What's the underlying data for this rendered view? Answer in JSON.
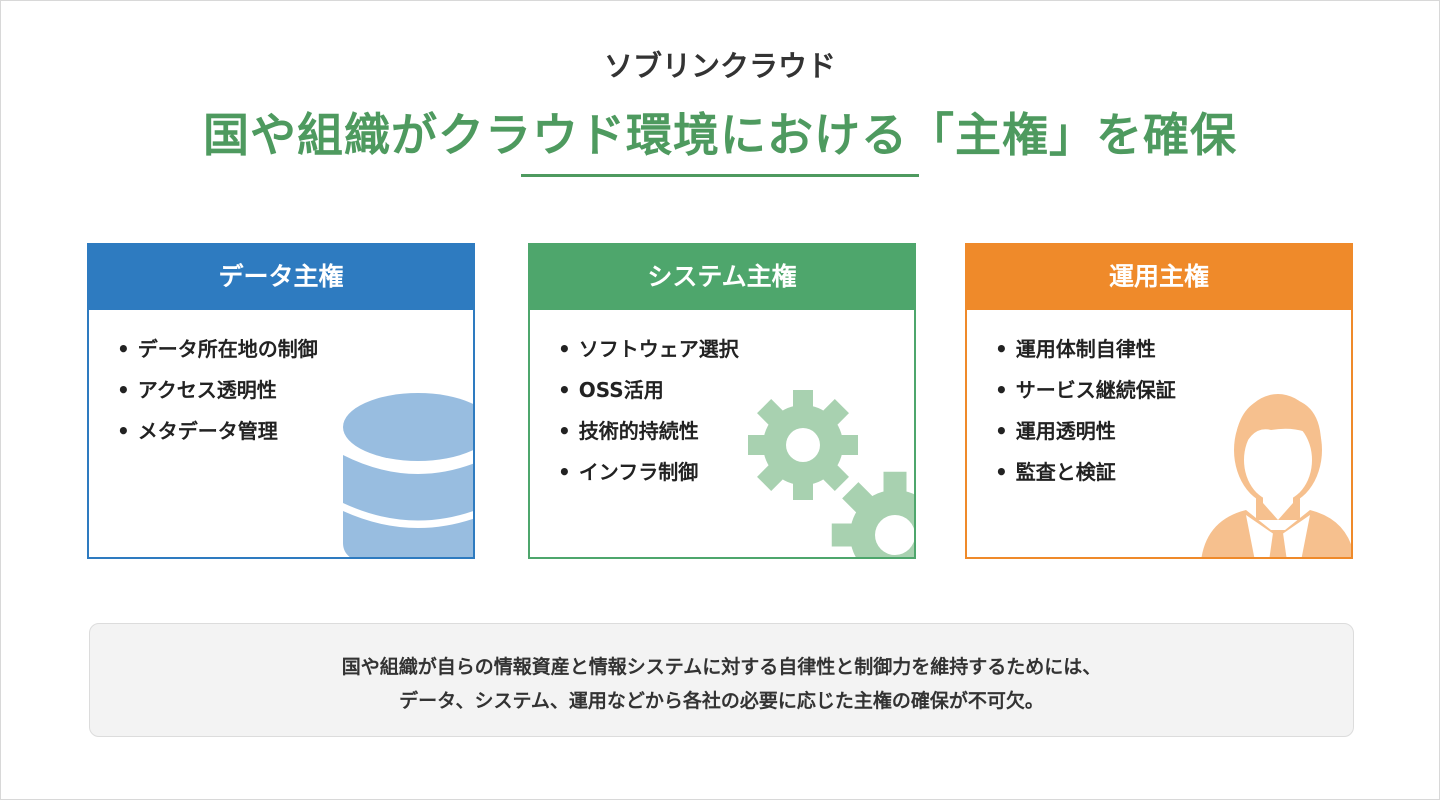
{
  "subtitle": "ソブリンクラウド",
  "title": "国や組織がクラウド環境における「主権」を確保",
  "colors": {
    "green": "#4e9a5f",
    "blue": "#2e7bc0",
    "orange": "#ef8a2a"
  },
  "cards": [
    {
      "title": "データ主権",
      "icon": "database-icon",
      "items": [
        "データ所在地の制御",
        "アクセス透明性",
        "メタデータ管理"
      ]
    },
    {
      "title": "システム主権",
      "icon": "gears-icon",
      "items": [
        "ソフトウェア選択",
        "OSS活用",
        "技術的持続性",
        "インフラ制御"
      ]
    },
    {
      "title": "運用主権",
      "icon": "person-icon",
      "items": [
        "運用体制自律性",
        "サービス継続保証",
        "運用透明性",
        "監査と検証"
      ]
    }
  ],
  "note": [
    "国や組織が自らの情報資産と情報システムに対する自律性と制御力を維持するためには、",
    "データ、システム、運用などから各社の必要に応じた主権の確保が不可欠。"
  ]
}
